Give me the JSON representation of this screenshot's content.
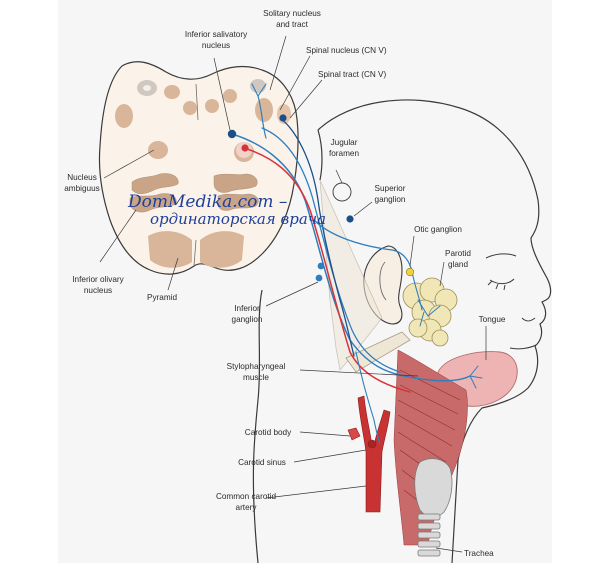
{
  "figure": {
    "labels": {
      "solitary": [
        "Solitary nucleus",
        "and tract"
      ],
      "inferior_salivatory": [
        "Inferior salivatory",
        "nucleus"
      ],
      "spinal_nucleus": "Spinal nucleus (CN V)",
      "spinal_tract": "Spinal tract (CN V)",
      "nucleus_ambiguus": [
        "Nucleus",
        "ambiguus"
      ],
      "jugular_foramen": [
        "Jugular",
        "foramen"
      ],
      "superior_ganglion": [
        "Superior",
        "ganglion"
      ],
      "otic_ganglion": "Otic ganglion",
      "parotid_gland": [
        "Parotid",
        "gland"
      ],
      "inferior_olivary": [
        "Inferior olivary",
        "nucleus"
      ],
      "pyramid": "Pyramid",
      "inferior_ganglion": [
        "Inferior",
        "ganglion"
      ],
      "tongue": "Tongue",
      "stylopharyngeal": [
        "Stylopharyngeal",
        "muscle"
      ],
      "carotid_body": "Carotid body",
      "carotid_sinus": "Carotid sinus",
      "common_carotid": [
        "Common carotid",
        "artery"
      ],
      "trachea": "Trachea"
    },
    "watermark": {
      "line1": "DomMedika.com –",
      "line2": "ординаторская врача"
    },
    "colors": {
      "nerve_blue": "#2f7fc0",
      "nerve_red": "#d9333a",
      "nerve_navy": "#1b4f8a",
      "artery": "#c83232",
      "muscle": "#c86a6a",
      "tongue": "#eeb3b3",
      "gland": "#f1e6b6",
      "cerebral_tissue": "#fbf3ea",
      "nuclei": "#d9b59a",
      "outline": "#3a3a3a",
      "watermark": "#1e3f9a"
    }
  }
}
